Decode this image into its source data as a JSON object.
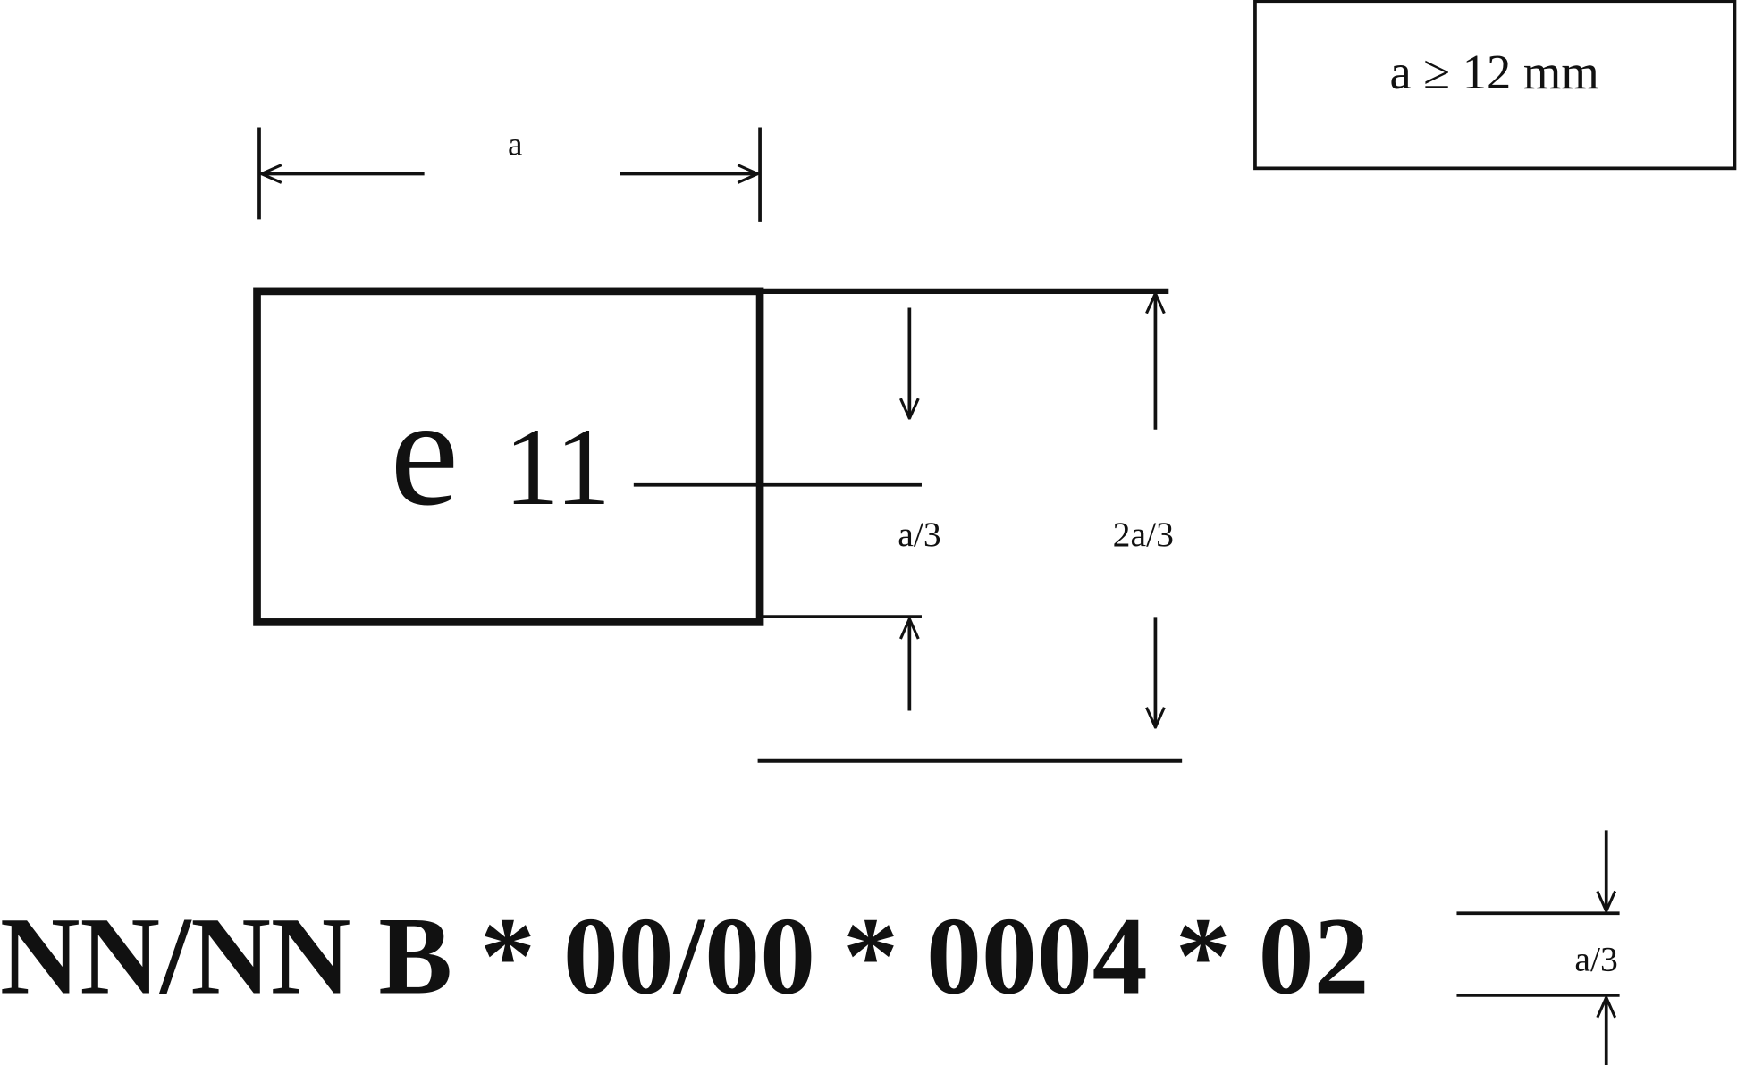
{
  "requirement_box": {
    "text": "a ≥ 12 mm"
  },
  "dimensions": {
    "width_label": "a",
    "small_height_label": "a/3",
    "large_height_label": "2a/3",
    "code_height_label": "a/3"
  },
  "mark": {
    "letter": "e",
    "number": "11"
  },
  "approval_code": {
    "text": "NN/NN B * 00/00 * 0004 * 02"
  },
  "colors": {
    "ink": "#111111",
    "background": "#ffffff"
  }
}
